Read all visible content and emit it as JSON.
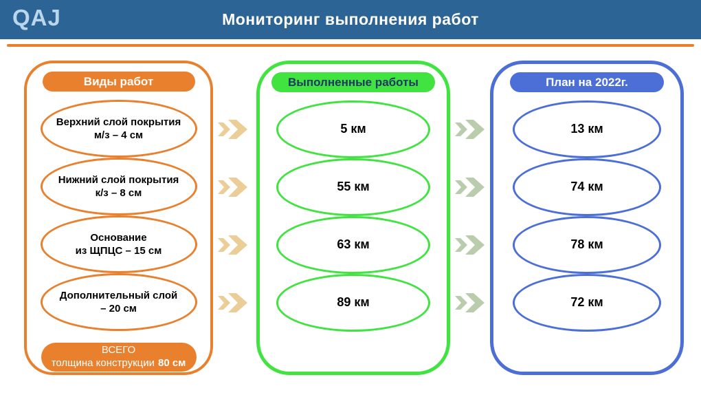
{
  "header": {
    "logo": "QAJ",
    "title": "Мониторинг выполнения работ"
  },
  "columns": {
    "types": {
      "title": "Виды работ",
      "items": [
        {
          "line1": "Верхний слой покрытия",
          "line2": "м/з – 4 см"
        },
        {
          "line1": "Нижний слой покрытия",
          "line2": "к/з – 8 см"
        },
        {
          "line1": "Основание",
          "line2": "из ЩПЦС – 15 см"
        },
        {
          "line1": "Дополнительный слой",
          "line2": "– 20 см"
        }
      ],
      "total_label": "ВСЕГО",
      "total_text": "толщина конструкции",
      "total_value": "80 см"
    },
    "completed": {
      "title": "Выполненные работы",
      "values": [
        "5 км",
        "55 км",
        "63 км",
        "89 км"
      ]
    },
    "plan": {
      "title": "План на 2022г.",
      "values": [
        "13 км",
        "74 км",
        "78 км",
        "72 км"
      ]
    }
  },
  "colors": {
    "header_bg": "#2D6496",
    "accent_orange": "#E8802E",
    "accent_green": "#41E341",
    "accent_blue": "#4C6FD7",
    "pill_text_dark": "#1F3864",
    "arrow_tan": "#EBCE97",
    "arrow_sage": "#B9CDAC",
    "logo_color": "#B9D6EB"
  }
}
